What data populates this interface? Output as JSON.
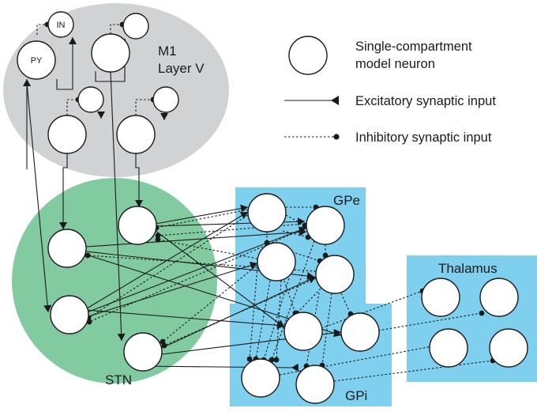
{
  "regions": {
    "m1_title": "M1",
    "m1_subtitle": "Layer V",
    "stn": "STN",
    "gpe": "GPe",
    "gpi": "GPi",
    "thalamus": "Thalamus"
  },
  "cell_labels": {
    "py": "PY",
    "in": "IN"
  },
  "legend": {
    "neuron_line1": "Single-compartment",
    "neuron_line2": "model neuron",
    "excitatory": "Excitatory synaptic input",
    "inhibitory": "Inhibitory synaptic input"
  },
  "colors": {
    "m1": "#d1d2d4",
    "stn": "#82cba0",
    "gp_thalamus": "#7fd0ee",
    "line": "#1a1a1a"
  }
}
